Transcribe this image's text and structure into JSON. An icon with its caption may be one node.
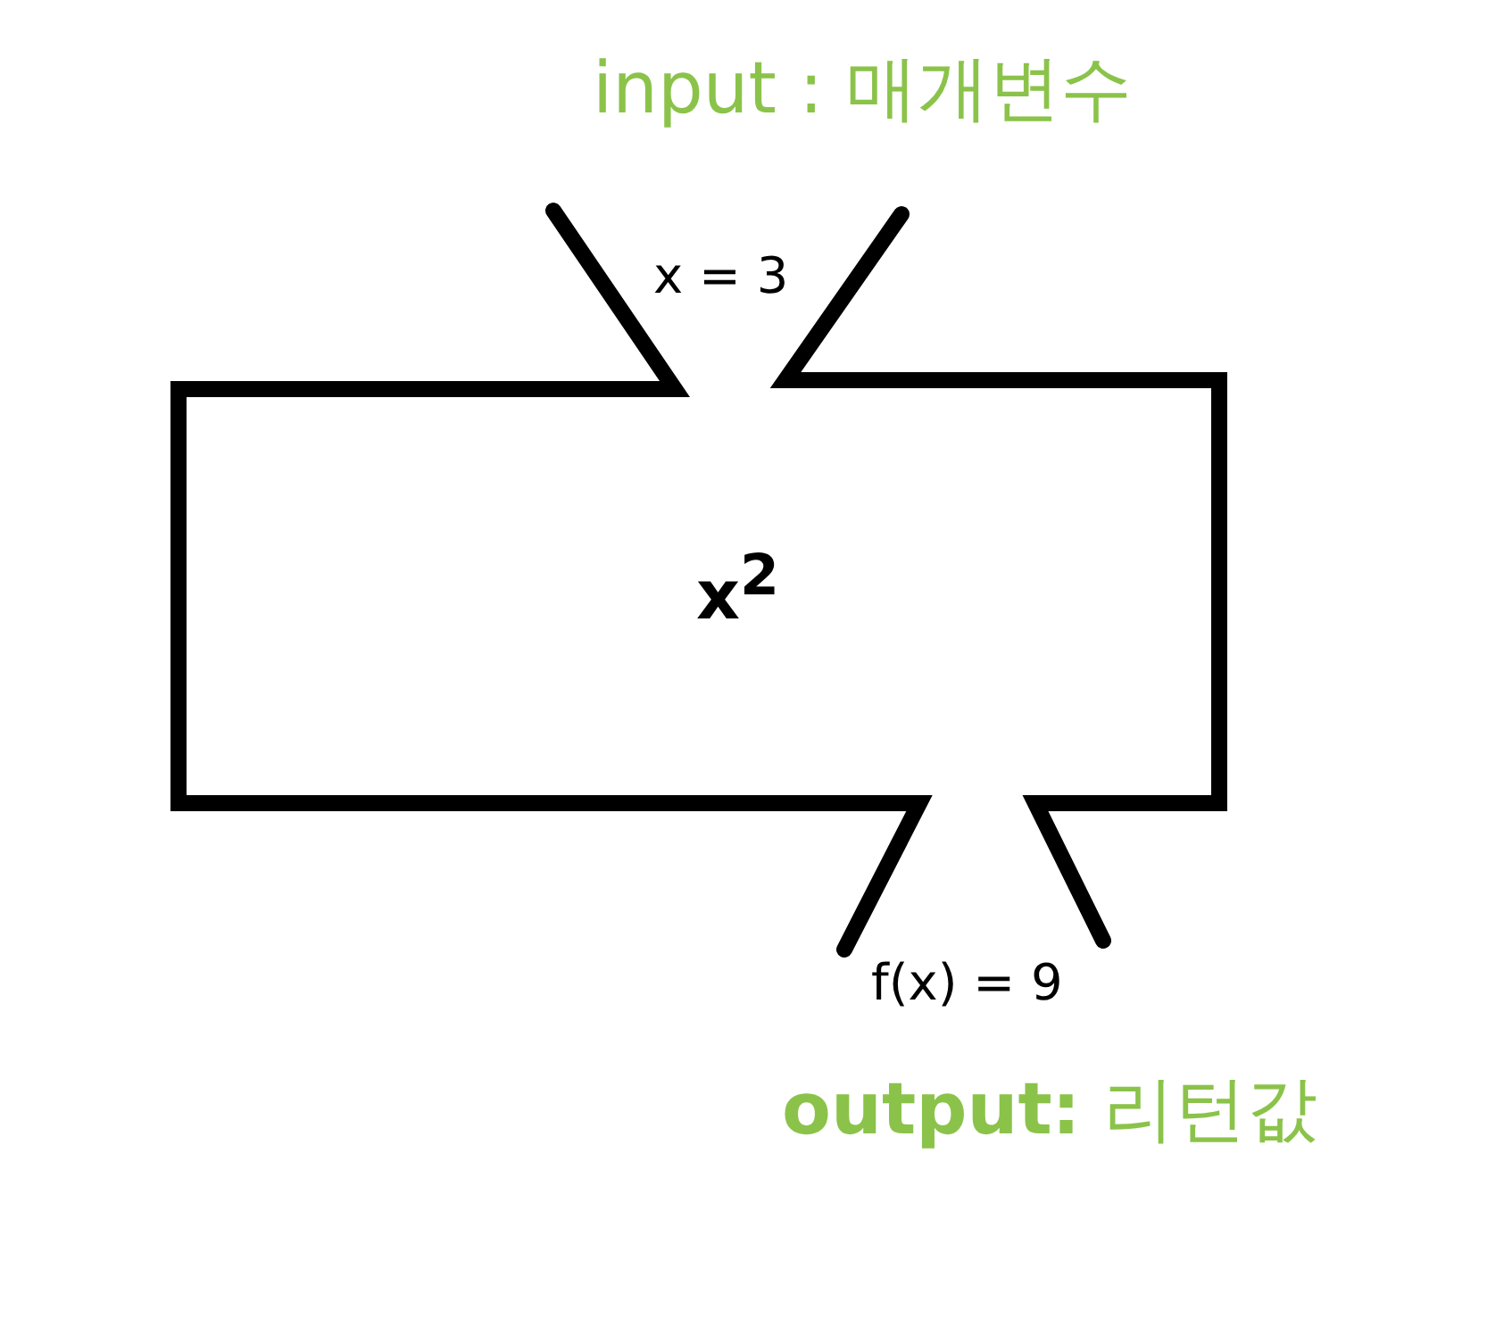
{
  "diagram": {
    "nodes": [
      {
        "text": [
          "x$^{2}$"
        ]
      }
    ],
    "labels": [
      "input : 매개변수",
      "x = 3",
      "f(x) = 9",
      "**output:** 리턴값"
    ]
  }
}
